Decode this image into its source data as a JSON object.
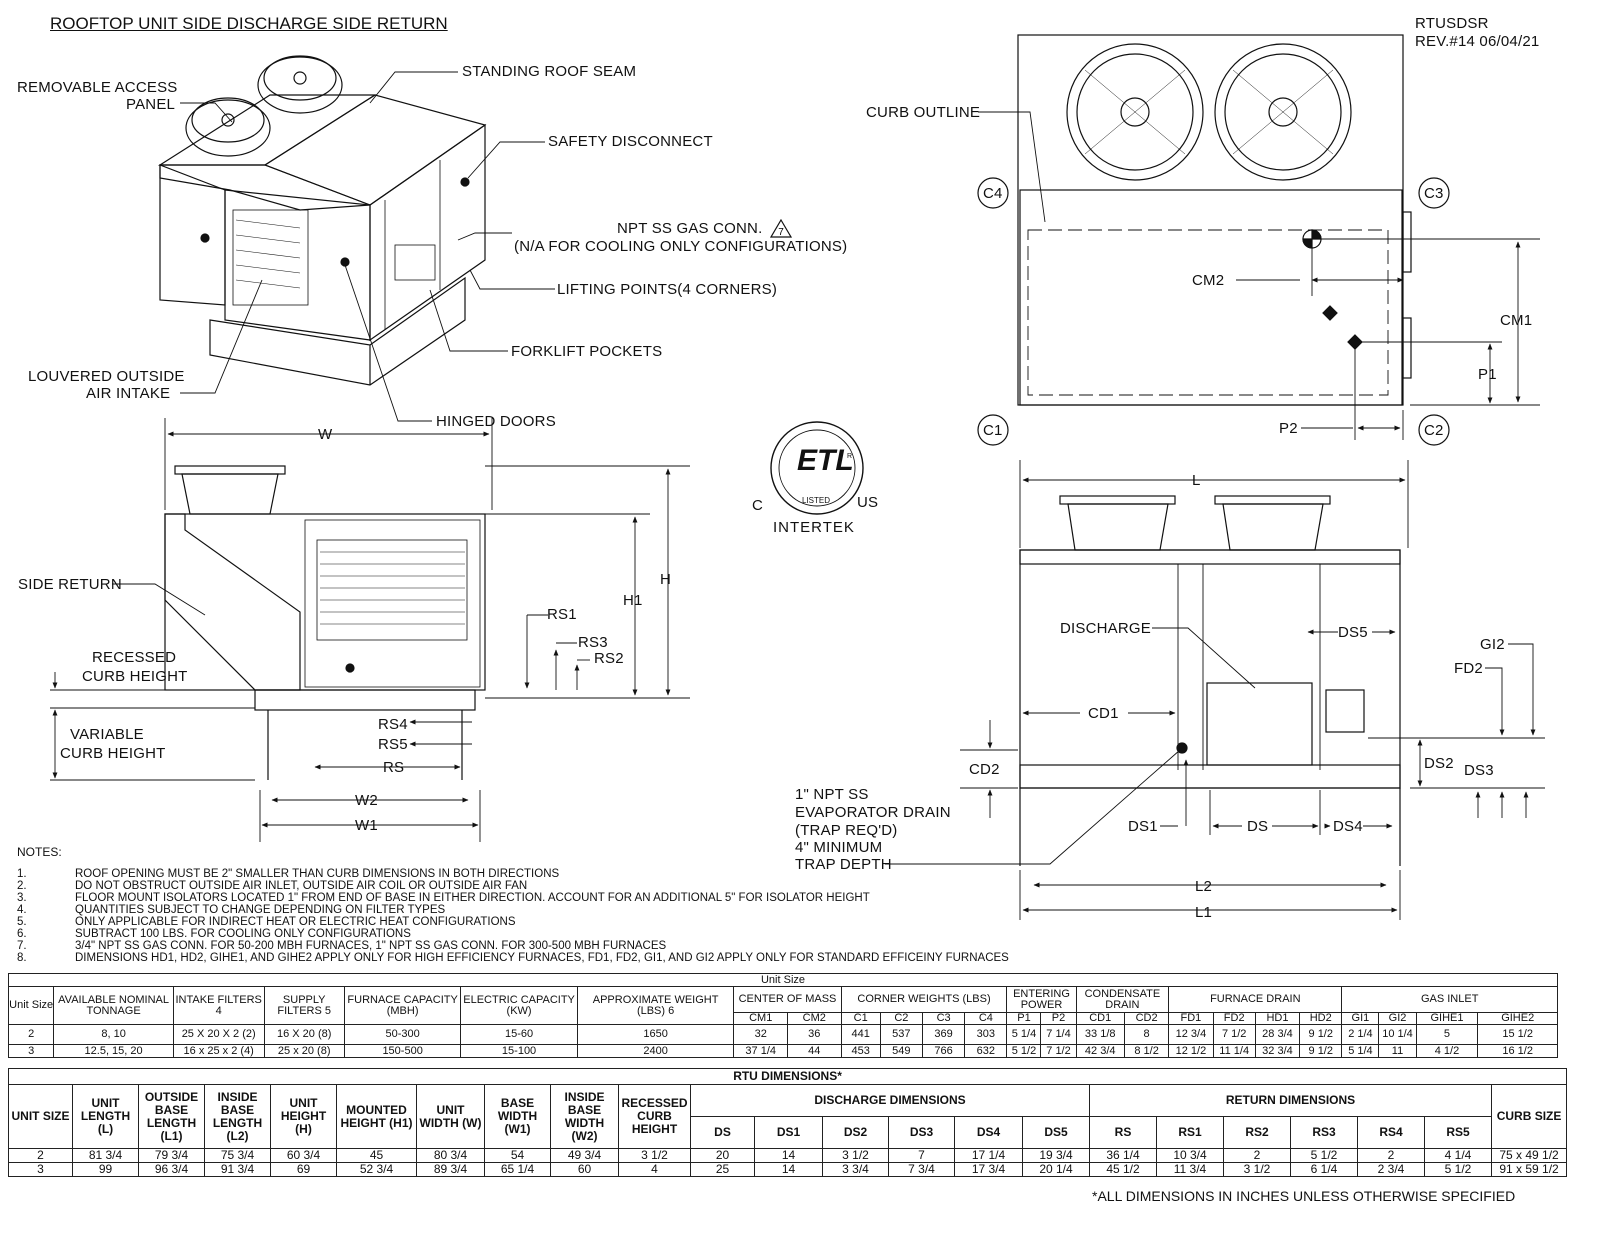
{
  "drawing": {
    "title": "ROOFTOP UNIT SIDE DISCHARGE SIDE RETURN",
    "drawing_id": "RTUSDSR",
    "revision": "REV.#14 06/04/21",
    "callouts": {
      "removable_panel": [
        "REMOVABLE ACCESS",
        "PANEL"
      ],
      "roof_seam": "STANDING ROOF SEAM",
      "safety_disconnect": "SAFETY DISCONNECT",
      "gas_conn": "NPT SS GAS CONN.",
      "gas_conn_note": "(N/A FOR COOLING ONLY CONFIGURATIONS)",
      "lifting_points": "LIFTING POINTS(4 CORNERS)",
      "forklift": "FORKLIFT POCKETS",
      "louvered": [
        "LOUVERED OUTSIDE",
        "AIR INTAKE"
      ],
      "hinged_doors": "HINGED DOORS",
      "curb_outline": "CURB OUTLINE",
      "side_return": "SIDE RETURN",
      "recessed_curb": [
        "RECESSED",
        "CURB HEIGHT"
      ],
      "variable_curb": [
        "VARIABLE",
        "CURB HEIGHT"
      ],
      "discharge": "DISCHARGE",
      "drain": [
        "1\" NPT SS",
        "EVAPORATOR DRAIN",
        "(TRAP REQ'D)",
        "4\" MINIMUM",
        "TRAP DEPTH"
      ]
    },
    "dimension_labels": {
      "W": "W",
      "H": "H",
      "H1": "H1",
      "RS1": "RS1",
      "RS2": "RS2",
      "RS3": "RS3",
      "RS4": "RS4",
      "RS5": "RS5",
      "RS": "RS",
      "W1": "W1",
      "W2": "W2",
      "C1": "C1",
      "C2": "C2",
      "C3": "C3",
      "C4": "C4",
      "CM1": "CM1",
      "CM2": "CM2",
      "P1": "P1",
      "P2": "P2",
      "L": "L",
      "L1": "L1",
      "L2": "L2",
      "DS": "DS",
      "DS1": "DS1",
      "DS2": "DS2",
      "DS3": "DS3",
      "DS4": "DS4",
      "DS5": "DS5",
      "CD1": "CD1",
      "CD2": "CD2",
      "GI2": "GI2",
      "FD2": "FD2"
    },
    "triangle_marks": {
      "gas": "7",
      "intake": "4",
      "supply": "5",
      "weight": "6"
    },
    "etl": {
      "c": "C",
      "us": "US",
      "listed": "LISTED",
      "mark": "ETL",
      "r": "R",
      "company": "INTERTEK"
    }
  },
  "notes": {
    "heading": "NOTES:",
    "items": [
      {
        "n": "1.",
        "text": "ROOF OPENING MUST BE 2\" SMALLER THAN CURB DIMENSIONS IN BOTH DIRECTIONS"
      },
      {
        "n": "2.",
        "text": "DO NOT OBSTRUCT OUTSIDE AIR INLET, OUTSIDE AIR COIL OR OUTSIDE AIR FAN"
      },
      {
        "n": "3.",
        "text": "FLOOR MOUNT ISOLATORS LOCATED 1\" FROM END OF BASE IN EITHER DIRECTION. ACCOUNT    FOR AN ADDITIONAL 5\" FOR ISOLATOR HEIGHT"
      },
      {
        "n": "4.",
        "text": "QUANTITIES SUBJECT TO CHANGE DEPENDING ON FILTER TYPES"
      },
      {
        "n": "5.",
        "text": "ONLY APPLICABLE FOR INDIRECT HEAT OR ELECTRIC HEAT CONFIGURATIONS"
      },
      {
        "n": "6.",
        "text": "SUBTRACT 100 LBS. FOR COOLING ONLY CONFIGURATIONS"
      },
      {
        "n": "7.",
        "text": "3/4\" NPT SS GAS CONN. FOR 50-200 MBH FURNACES, 1\" NPT SS GAS CONN. FOR 300-500 MBH FURNACES"
      },
      {
        "n": "8.",
        "text": "DIMENSIONS HD1, HD2, GIHE1, AND GIHE2 APPLY ONLY FOR HIGH EFFICIENCY FURNACES, FD1, FD2, GI1, AND GI2 APPLY ONLY FOR STANDARD EFFICEINY FURNACES"
      }
    ]
  },
  "table1": {
    "caption": "Unit Size",
    "headers": {
      "unit_size": "Unit Size",
      "tonnage": "AVAILABLE NOMINAL TONNAGE",
      "intake": "INTAKE FILTERS",
      "supply": "SUPPLY FILTERS",
      "furnace": "FURNACE CAPACITY (MBH)",
      "electric": "ELECTRIC CAPACITY (KW)",
      "weight": "APPROXIMATE WEIGHT (LBS)",
      "center_mass": "CENTER OF MASS",
      "corner": "CORNER WEIGHTS (LBS)",
      "power": "ENTERING POWER",
      "drain": "CONDENSATE DRAIN",
      "furnace_drain": "FURNACE DRAIN",
      "gas_inlet": "GAS INLET"
    },
    "subheaders": [
      "CM1",
      "CM2",
      "C1",
      "C2",
      "C3",
      "C4",
      "P1",
      "P2",
      "CD1",
      "CD2",
      "FD1",
      "FD2",
      "HD1",
      "HD2",
      "GI1",
      "GI2",
      "GIHE1",
      "GIHE2"
    ],
    "rows": [
      [
        "2",
        "8, 10",
        "25 X 20 X 2 (2)",
        "16 X 20 (8)",
        "50-300",
        "15-60",
        "1650",
        "32",
        "36",
        "441",
        "537",
        "369",
        "303",
        "5 1/4",
        "7 1/4",
        "33 1/8",
        "8",
        "12 3/4",
        "7 1/2",
        "28 3/4",
        "9 1/2",
        "2 1/4",
        "10 1/4",
        "5",
        "15 1/2"
      ],
      [
        "3",
        "12.5, 15, 20",
        "16 x 25 x 2 (4)",
        "25 x 20 (8)",
        "150-500",
        "15-100",
        "2400",
        "37 1/4",
        "44",
        "453",
        "549",
        "766",
        "632",
        "5 1/2",
        "7 1/2",
        "42 3/4",
        "8 1/2",
        "12 1/2",
        "11 1/4",
        "32 3/4",
        "9 1/2",
        "5 1/4",
        "11",
        "4 1/2",
        "16 1/2"
      ]
    ]
  },
  "table2": {
    "title": "RTU DIMENSIONS*",
    "headers": {
      "unit_size": "UNIT SIZE",
      "length": "UNIT LENGTH (L)",
      "l1": "OUTSIDE BASE LENGTH (L1)",
      "l2": "INSIDE BASE LENGTH (L2)",
      "height": "UNIT HEIGHT (H)",
      "h1": "MOUNTED HEIGHT (H1)",
      "width": "UNIT WIDTH (W)",
      "w1": "BASE WIDTH (W1)",
      "w2": "INSIDE BASE WIDTH (W2)",
      "curb": "RECESSED CURB HEIGHT",
      "discharge": "DISCHARGE DIMENSIONS",
      "return": "RETURN DIMENSIONS",
      "curb_size": "CURB SIZE"
    },
    "subheaders": [
      "DS",
      "DS1",
      "DS2",
      "DS3",
      "DS4",
      "DS5",
      "RS",
      "RS1",
      "RS2",
      "RS3",
      "RS4",
      "RS5"
    ],
    "rows": [
      [
        "2",
        "81 3/4",
        "79 3/4",
        "75 3/4",
        "60 3/4",
        "45",
        "80 3/4",
        "54",
        "49 3/4",
        "3 1/2",
        "20",
        "14",
        "3 1/2",
        "7",
        "17 1/4",
        "19 3/4",
        "36 1/4",
        "10 3/4",
        "2",
        "5 1/2",
        "2",
        "4 1/4",
        "75 x 49 1/2"
      ],
      [
        "3",
        "99",
        "96 3/4",
        "91 3/4",
        "69",
        "52 3/4",
        "89 3/4",
        "65 1/4",
        "60",
        "4",
        "25",
        "14",
        "3 3/4",
        "7 3/4",
        "17 3/4",
        "20 1/4",
        "45 1/2",
        "11 3/4",
        "3 1/2",
        "6 1/4",
        "2 3/4",
        "5 1/2",
        "91 x 59 1/2"
      ]
    ],
    "footnote": "*ALL DIMENSIONS IN INCHES UNLESS OTHERWISE SPECIFIED"
  }
}
